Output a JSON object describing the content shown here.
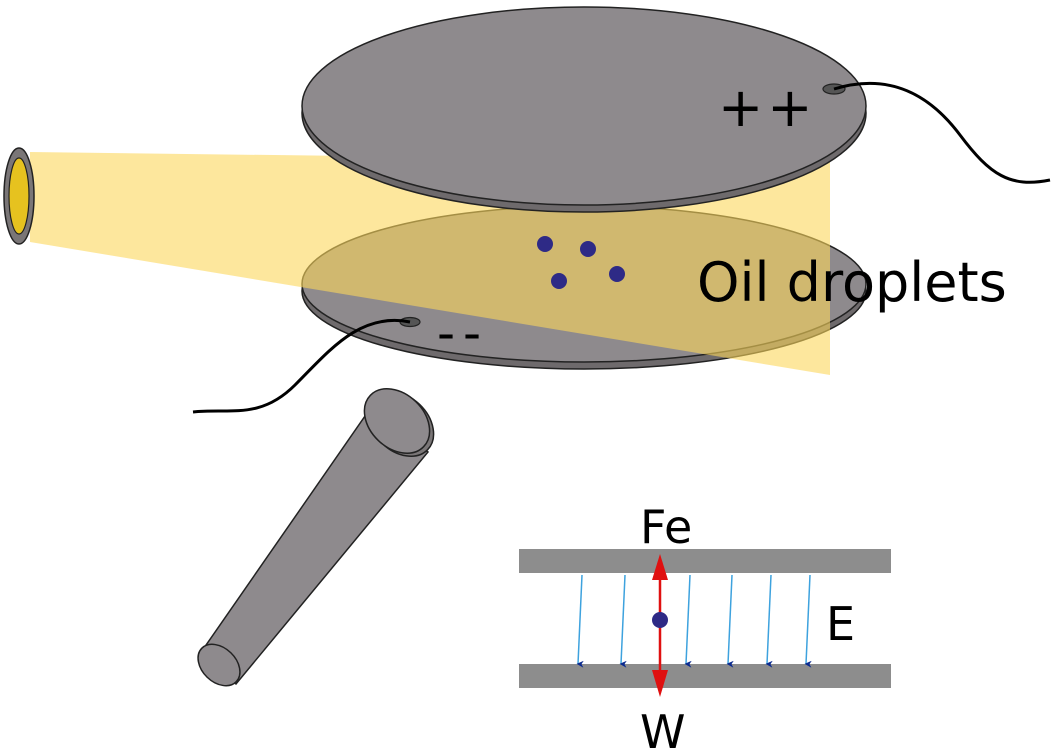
{
  "labels": {
    "positive_plate": "++",
    "negative_plate": "--",
    "droplets": "Oil droplets",
    "electric_force": "Fe",
    "weight": "W",
    "field": "E"
  },
  "colors": {
    "plate_fill": "#8e8a8d",
    "plate_edge": "#6e6a6c",
    "light_beam": "#fbd75b",
    "lamp_lens": "#e6c21f",
    "droplet": "#2e2a86",
    "field_arrow_stroke": "#3da2de",
    "field_arrow_head": "#0b2a8f",
    "force_arrow": "#e01010",
    "inset_plate": "#8d8d8d"
  },
  "icons": {
    "lamp": "lamp-icon",
    "microscope": "microscope-icon"
  }
}
